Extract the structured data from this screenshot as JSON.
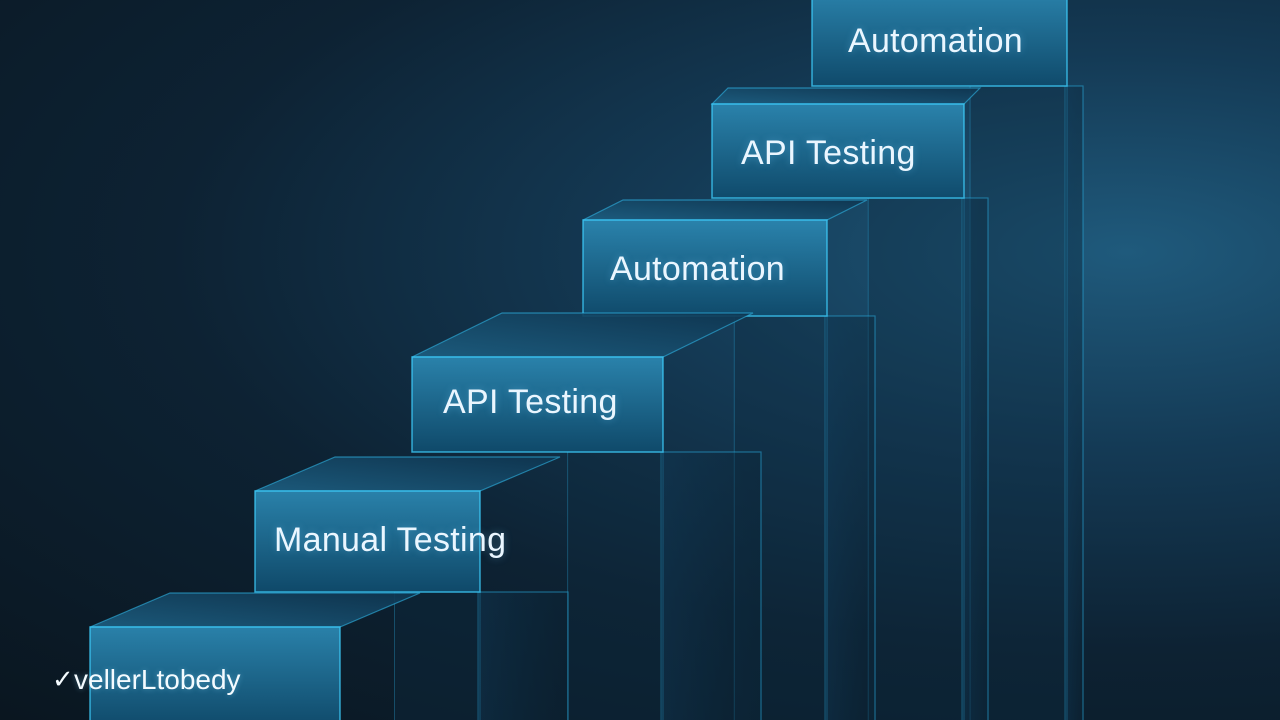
{
  "steps": [
    {
      "label": "Automation"
    },
    {
      "label": "API Testing"
    },
    {
      "label": "Automation"
    },
    {
      "label": "API Testing"
    },
    {
      "label": "Manual Testing"
    },
    {
      "label": ""
    }
  ],
  "logo": {
    "text": "vellerLtobedy",
    "icon": "check-icon"
  },
  "colors": {
    "background_dark": "#0a1620",
    "background_glow": "#1f5a7c",
    "block_face": "#1a6b93",
    "block_edge": "#3fd0ff",
    "label_text": "#eaf6ff"
  }
}
